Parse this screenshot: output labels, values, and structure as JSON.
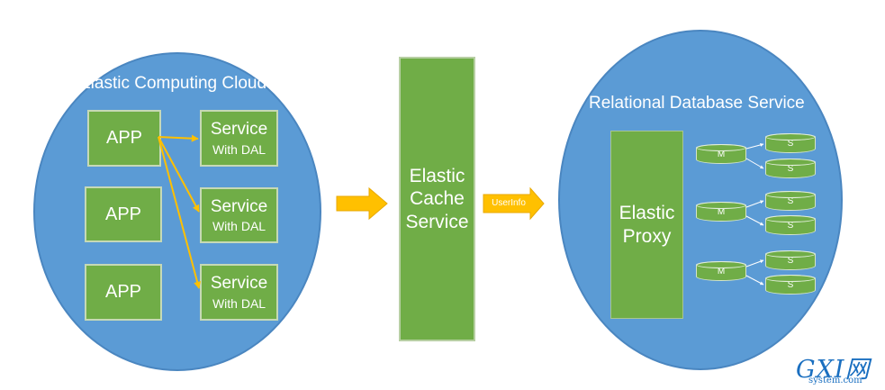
{
  "ec2": {
    "title": "Elastic Computing Cloud",
    "apps": [
      "APP",
      "APP",
      "APP"
    ],
    "services": [
      {
        "title": "Service",
        "subtitle": "With DAL"
      },
      {
        "title": "Service",
        "subtitle": "With DAL"
      },
      {
        "title": "Service",
        "subtitle": "With DAL"
      }
    ]
  },
  "cache": {
    "label_lines": [
      "Elastic",
      "Cache",
      "Service"
    ]
  },
  "flow": {
    "userinfo_label": "UserInfo"
  },
  "rds": {
    "title": "Relational Database Service",
    "proxy_lines": [
      "Elastic",
      "Proxy"
    ],
    "groups": [
      {
        "master": "M",
        "slaves": [
          "S",
          "S"
        ]
      },
      {
        "master": "M",
        "slaves": [
          "S",
          "S"
        ]
      },
      {
        "master": "M",
        "slaves": [
          "S",
          "S"
        ]
      }
    ]
  },
  "watermark": {
    "main": "GXI网",
    "sub": "system.com"
  },
  "colors": {
    "cloud_blue": "#5b9bd5",
    "node_green": "#70ad47",
    "arrow_orange": "#ffc000"
  }
}
